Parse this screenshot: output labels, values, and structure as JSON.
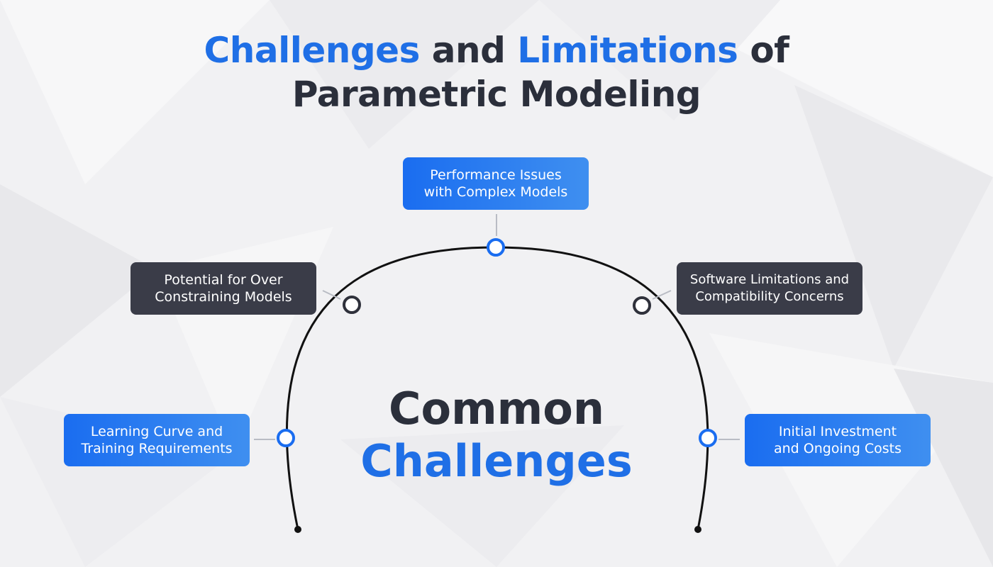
{
  "title": {
    "part1": "Challenges",
    "part2": " and ",
    "part3": "Limitations",
    "part4": " of",
    "line2": "Parametric Modeling"
  },
  "center": {
    "line1": "Common",
    "line2": "Challenges"
  },
  "challenges": [
    {
      "line1": "Learning Curve and",
      "line2": "Training Requirements",
      "style": "blue"
    },
    {
      "line1": "Potential for Over",
      "line2": "Constraining Models",
      "style": "dark"
    },
    {
      "line1": "Performance Issues",
      "line2": "with Complex Models",
      "style": "blue"
    },
    {
      "line1": "Software Limitations and",
      "line2": "Compatibility Concerns",
      "style": "dark"
    },
    {
      "line1": "Initial Investment",
      "line2": "and Ongoing Costs",
      "style": "blue"
    }
  ],
  "colors": {
    "accent": "#1f6fe6",
    "dark": "#2b2f3b",
    "box_dark": "#3a3c48",
    "node_blue": "#1a6df0",
    "node_dark": "#2f313b"
  }
}
